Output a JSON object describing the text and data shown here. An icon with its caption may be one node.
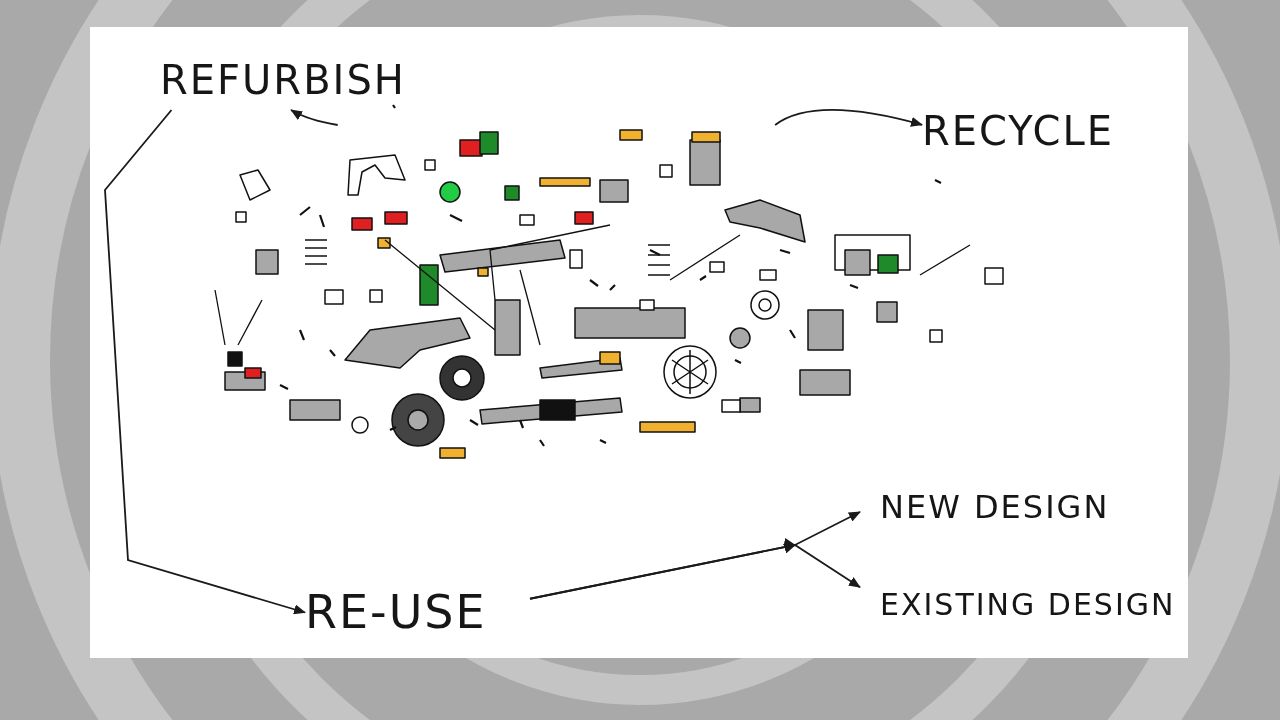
{
  "diagram": {
    "nodes": [
      {
        "text": [
          "REFURBISH"
        ]
      },
      {
        "text": [
          "RECYCLE"
        ]
      },
      {
        "text": [],
        "shape": "picture"
      },
      {
        "text": [
          "RE-USE"
        ]
      },
      {
        "text": [
          "NEW DESIGN"
        ]
      },
      {
        "text": [
          "EXISTING DESIGN"
        ]
      }
    ],
    "edges": [
      {
        "from": 2,
        "to": 0,
        "arrow": "to"
      },
      {
        "from": 2,
        "to": 1,
        "arrow": "to"
      },
      {
        "from": 0,
        "to": 3,
        "arrow": "to"
      },
      {
        "from": 3,
        "to": 4,
        "arrow": "to"
      },
      {
        "from": 3,
        "to": 5,
        "arrow": "to"
      }
    ]
  }
}
